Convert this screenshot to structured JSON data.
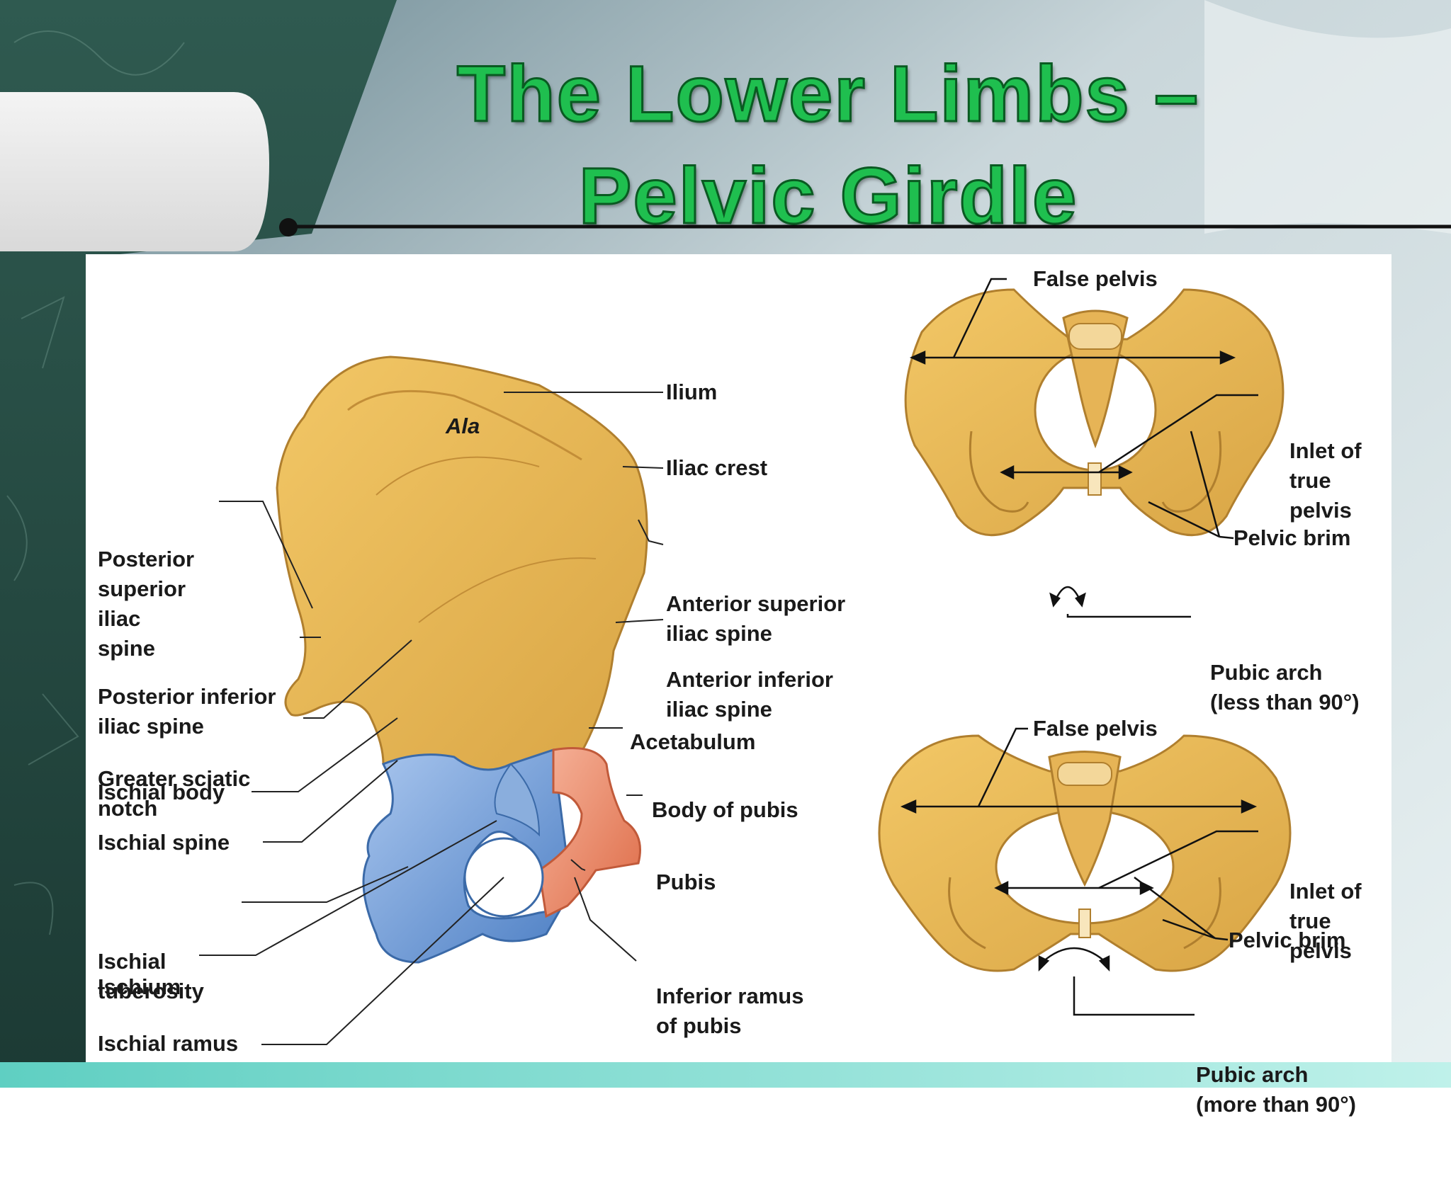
{
  "title": {
    "line1": "The Lower Limbs –",
    "line2": "Pelvic Girdle"
  },
  "hip_bone": {
    "ala": "Ala",
    "labels_right": {
      "ilium": "Ilium",
      "iliac_crest": "Iliac crest",
      "asis": [
        "Anterior superior",
        "iliac spine"
      ],
      "aiis": [
        "Anterior inferior",
        "iliac spine"
      ],
      "acetabulum": "Acetabulum",
      "body_of_pubis": "Body of pubis",
      "pubis": "Pubis",
      "inferior_ramus": [
        "Inferior ramus",
        "of pubis"
      ]
    },
    "labels_left": {
      "psis": [
        "Posterior",
        "superior",
        "iliac",
        "spine"
      ],
      "piis": [
        "Posterior inferior",
        "iliac spine"
      ],
      "greater_sciatic": [
        "Greater sciatic",
        "notch"
      ],
      "ischial_body": "Ischial body",
      "ischial_spine": "Ischial spine",
      "ischial_tuberosity": [
        "Ischial",
        "tuberosity"
      ],
      "ischium": "Ischium",
      "ischial_ramus": "Ischial ramus"
    }
  },
  "pelvis_top": {
    "false_pelvis": "False pelvis",
    "inlet": [
      "Inlet of",
      "true",
      "pelvis"
    ],
    "brim": "Pelvic brim",
    "arch": [
      "Pubic arch",
      "(less than 90°)"
    ]
  },
  "pelvis_bottom": {
    "false_pelvis": "False pelvis",
    "inlet": [
      "Inlet of",
      "true",
      "pelvis"
    ],
    "brim": "Pelvic brim",
    "arch": [
      "Pubic arch",
      "(more than 90°)"
    ]
  },
  "colors": {
    "title_green": "#1fbf4f",
    "ilium_tan": "#e9b955",
    "ischium_blue": "#6b9ad6",
    "pubis_salmon": "#e8896a"
  }
}
